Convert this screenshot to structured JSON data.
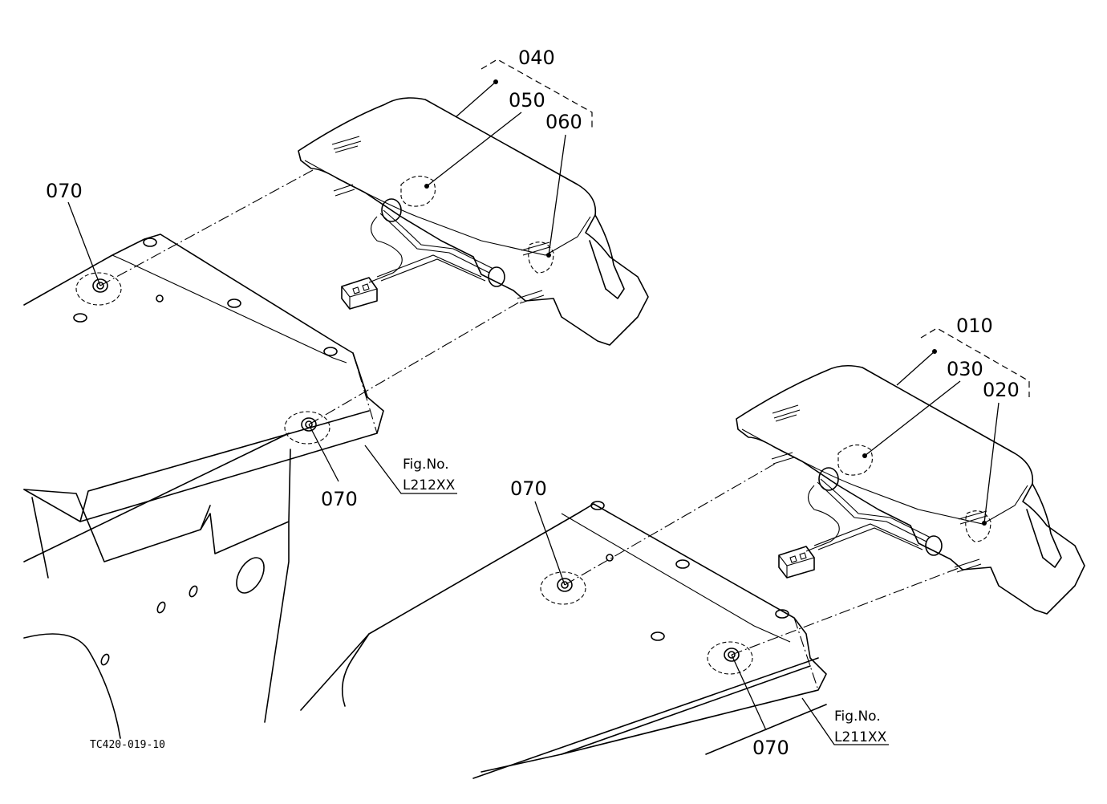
{
  "callouts": {
    "c040": "040",
    "c050": "050",
    "c060": "060",
    "c070_top_left": "070",
    "c070_mid_left": "070",
    "c010": "010",
    "c030": "030",
    "c020": "020",
    "c070_mid_right": "070",
    "c070_bottom_right": "070"
  },
  "fig_refs": {
    "left": {
      "label": "Fig.No.",
      "code": "L212XX"
    },
    "right": {
      "label": "Fig.No.",
      "code": "L211XX"
    }
  },
  "drawing_code": "TC420-019-10"
}
